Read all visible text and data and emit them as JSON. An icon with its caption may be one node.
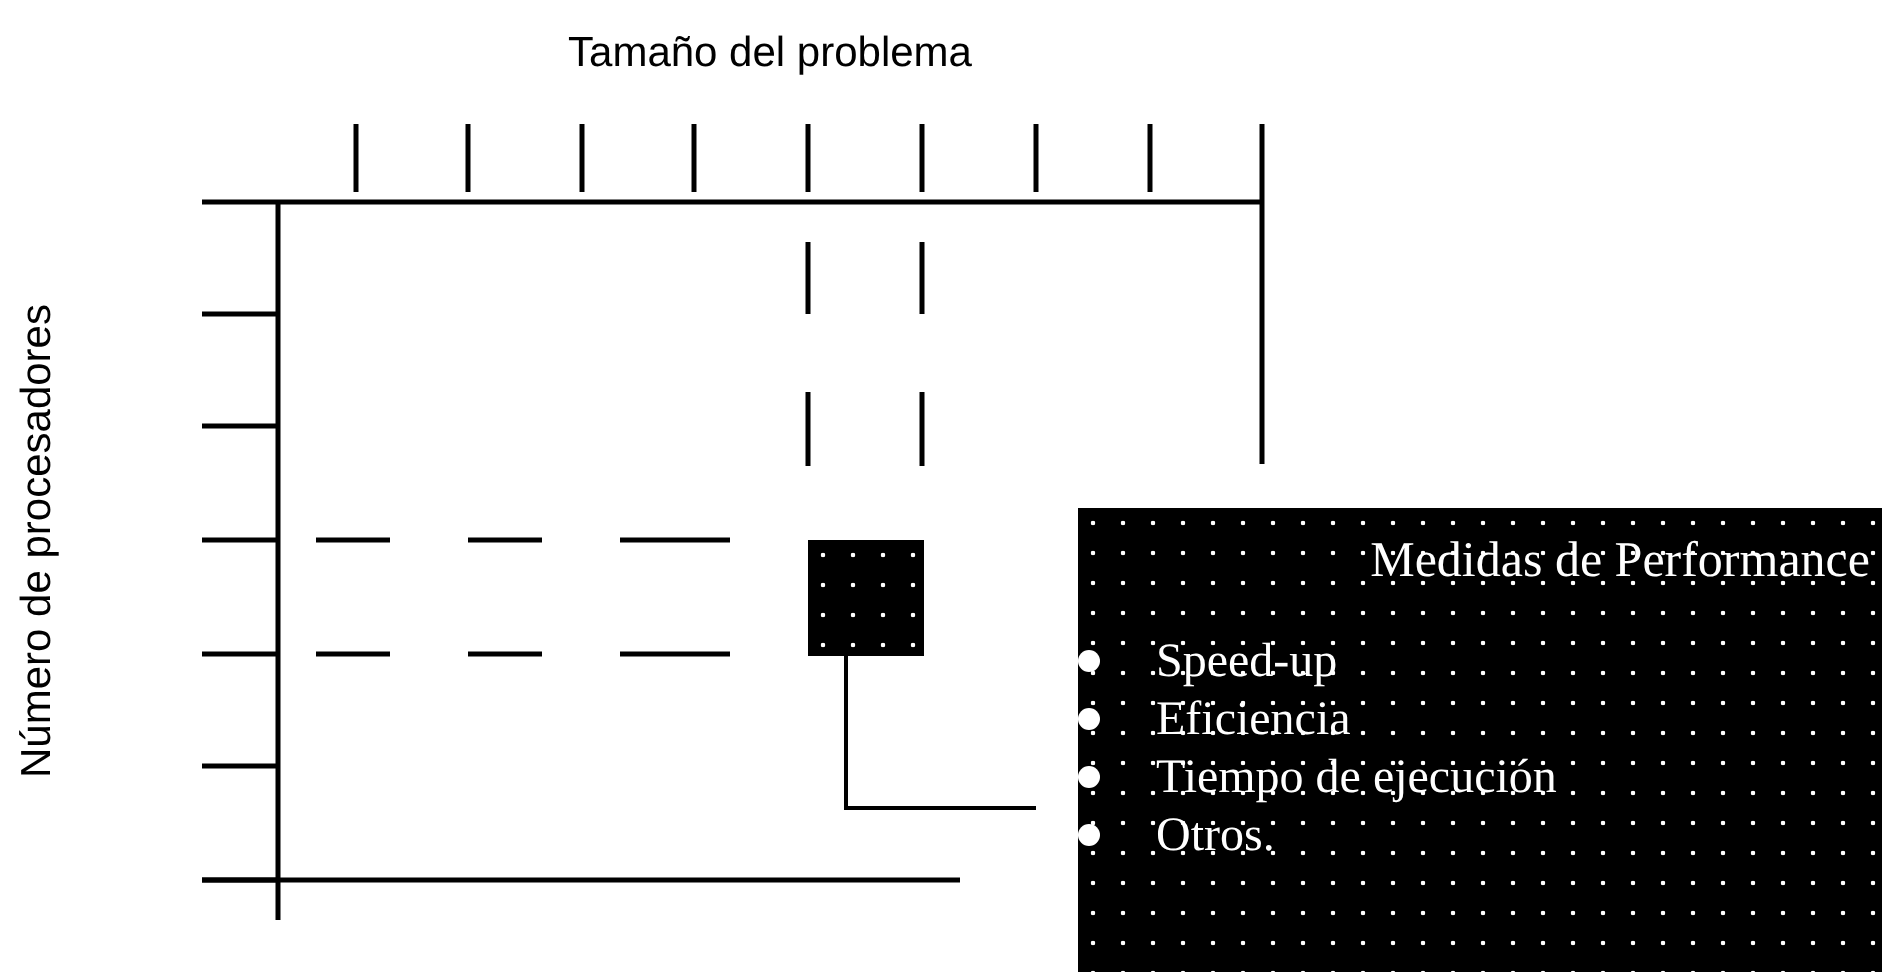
{
  "diagram": {
    "nodes": [
      {
        "text": [],
        "shape": "box"
      },
      {
        "text": [
          "Medidas de Performance",
          "Speed-up",
          "Eficiencia",
          "Tiempo de ejecución",
          "Otros."
        ]
      }
    ],
    "edges": [
      {
        "from": 0,
        "to": 1,
        "arrow": "none"
      }
    ],
    "labels": [
      "Tamaño del problema",
      "Número de procesadores"
    ]
  }
}
